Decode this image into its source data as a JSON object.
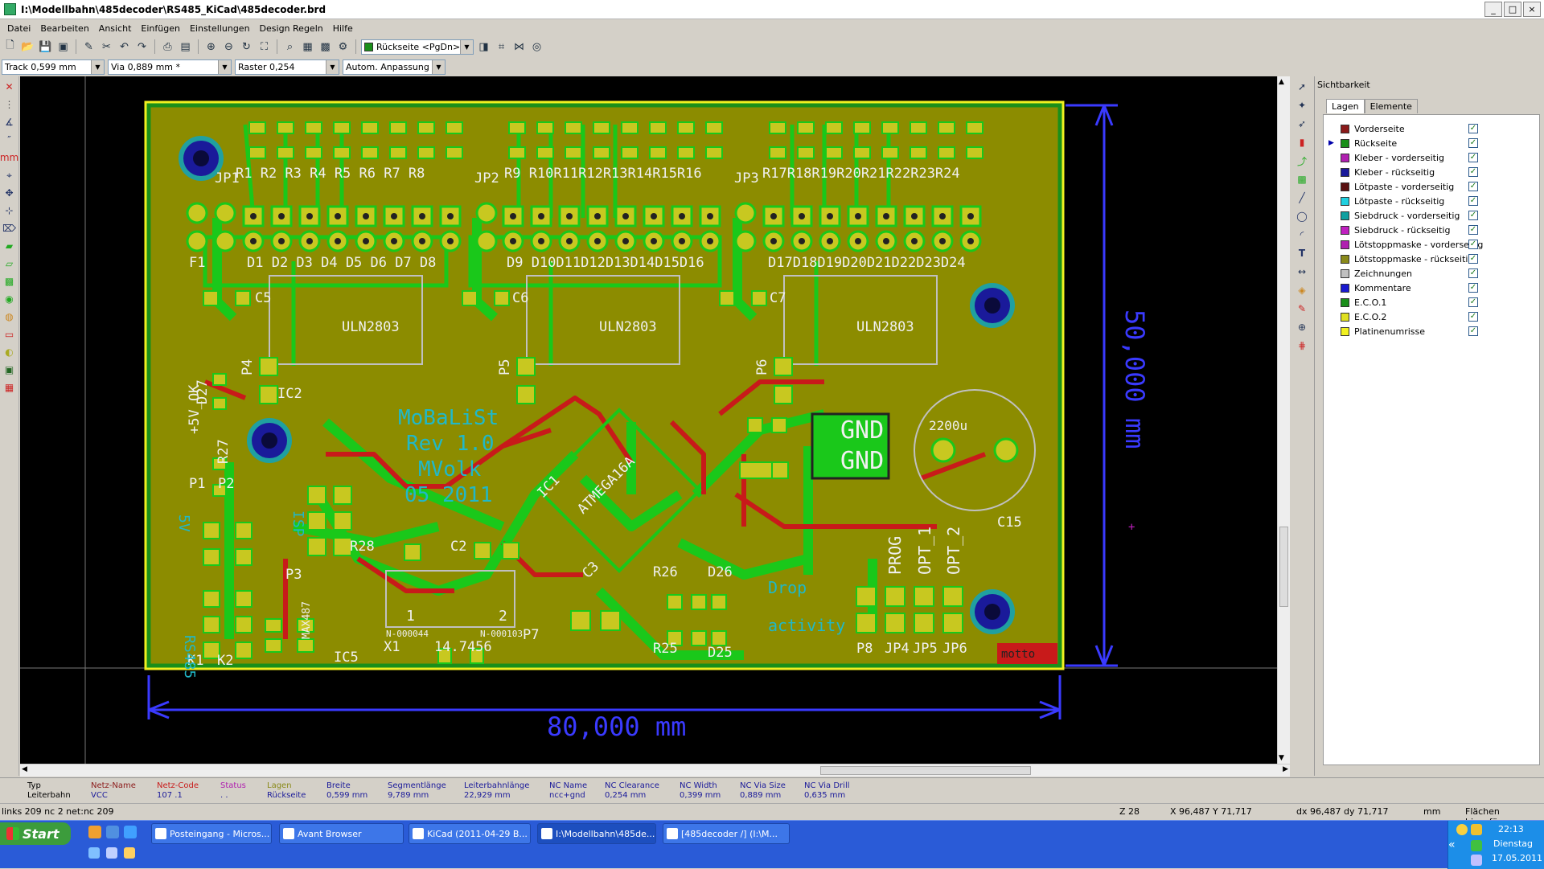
{
  "window": {
    "title": "I:\\Modellbahn\\485decoder\\RS485_KiCad\\485decoder.brd",
    "controls": [
      "_",
      "□",
      "×"
    ]
  },
  "menu": [
    "Datei",
    "Bearbeiten",
    "Ansicht",
    "Einfügen",
    "Einstellungen",
    "Design Regeln",
    "Hilfe"
  ],
  "toolbar": {
    "layer_select": "Rückseite <PgDn>",
    "track": "Track 0,599 mm",
    "via": "Via 0,889 mm *",
    "grid": "Raster 0,254",
    "zoom": "Autom. Anpassung"
  },
  "pcb": {
    "dim_horizontal": "80,000  mm",
    "dim_vertical": "50,000  mm",
    "silk_labels": {
      "jp1": "JP1",
      "jp2": "JP2",
      "jp3": "JP3",
      "r_row1": "R1  R2  R3  R4  R5  R6  R7  R8",
      "r_row2": "R9 R10R11R12R13R14R15R16",
      "r_row3": "R17R18R19R20R21R22R23R24",
      "d_row1": "D1  D2  D3  D4  D5  D6  D7  D8",
      "d_row2": "D9 D10D11D12D13D14D15D16",
      "d_row3": "D17D18D19D20D21D22D23D24",
      "f1": "F1",
      "c5": "C5",
      "c6": "C6",
      "c7": "C7",
      "uln1": "ULN2803",
      "uln2": "ULN2803",
      "uln3": "ULN2803",
      "p4": "P4",
      "p5": "P5",
      "p6": "P6",
      "ic2": "IC2",
      "ic1": "IC1",
      "ic5": "IC5",
      "mobalist1": "MoBaLiSt",
      "mobalist2": "Rev 1.0",
      "mobalist3": "MVolk",
      "mobalist4": "05 2011",
      "atmega": "ATMEGA16A",
      "gnd1": "GND",
      "gnd2": "GND",
      "cap_val": "2200u",
      "c15": "C15",
      "v5ok": "+5V_OK",
      "d27": "D27",
      "r27": "R27",
      "p1": "P1",
      "p2": "P2",
      "p3": "P3",
      "isp": "ISP",
      "r28": "R28",
      "c2": "C2",
      "c3": "C3",
      "rs485": "RS485",
      "k1": "K1",
      "k2": "K2",
      "x1": "X1",
      "freq": "14.7456",
      "p7": "P7",
      "max": "MAX487",
      "r26": "R26",
      "d26": "D26",
      "r25": "R25",
      "d25": "D25",
      "prog": "PROG",
      "opt1": "OPT_1",
      "opt2": "OPT_2",
      "p8": "P8",
      "jp4": "JP4",
      "jp5": "JP5",
      "jp6": "JP6",
      "drop": "Drop",
      "activity": "activity",
      "five_v": "5V",
      "n1": "N-000044",
      "n2": "N-000103",
      "pin1": "1",
      "pin2": "2",
      "motto": "motto"
    }
  },
  "panel": {
    "title": "Sichtbarkeit",
    "tabs": [
      "Lagen",
      "Elemente"
    ],
    "layers": [
      {
        "name": "Vorderseite",
        "color": "#8b1a1a",
        "checked": true
      },
      {
        "name": "Rückseite",
        "color": "#1a8f1a",
        "checked": true
      },
      {
        "name": "Kleber - vorderseitig",
        "color": "#b020b0",
        "checked": true
      },
      {
        "name": "Kleber - rückseitig",
        "color": "#1a1a9a",
        "checked": true
      },
      {
        "name": "Lötpaste - vorderseitig",
        "color": "#5a1010",
        "checked": true
      },
      {
        "name": "Lötpaste - rückseitig",
        "color": "#20d0e0",
        "checked": true
      },
      {
        "name": "Siebdruck - vorderseitig",
        "color": "#10a0a0",
        "checked": true
      },
      {
        "name": "Siebdruck - rückseitig",
        "color": "#c020c0",
        "checked": true
      },
      {
        "name": "Lötstoppmaske - vorderseitig",
        "color": "#b020b0",
        "checked": true
      },
      {
        "name": "Lötstoppmaske - rückseitig",
        "color": "#8a8a1a",
        "checked": true
      },
      {
        "name": "Zeichnungen",
        "color": "#c0c0c0",
        "checked": true
      },
      {
        "name": "Kommentare",
        "color": "#1a1ad0",
        "checked": true
      },
      {
        "name": "E.C.O.1",
        "color": "#1a8f1a",
        "checked": true
      },
      {
        "name": "E.C.O.2",
        "color": "#e0e020",
        "checked": true
      },
      {
        "name": "Platinenumrisse",
        "color": "#f0f020",
        "checked": true
      }
    ]
  },
  "messages": {
    "columns": [
      {
        "label": "Typ",
        "value": "Leiterbahn"
      },
      {
        "label": "Netz-Name",
        "value": "VCC"
      },
      {
        "label": "Netz-Code",
        "value": "107 .1"
      },
      {
        "label": "Status",
        "value": ". ."
      },
      {
        "label": "Lagen",
        "value": "Rückseite"
      },
      {
        "label": "Breite",
        "value": "0,599 mm"
      },
      {
        "label": "Segmentlänge",
        "value": "9,789 mm"
      },
      {
        "label": "Leiterbahnlänge",
        "value": "22,929 mm"
      },
      {
        "label": "NC Name",
        "value": "ncc+gnd"
      },
      {
        "label": "NC Clearance",
        "value": "0,254 mm"
      },
      {
        "label": "NC Width",
        "value": "0,399 mm"
      },
      {
        "label": "NC Via Size",
        "value": "0,889 mm"
      },
      {
        "label": "NC Via Drill",
        "value": "0,635 mm"
      }
    ]
  },
  "status": {
    "left": "links 209 nc 2  net:nc 209",
    "zoom": "Z 28",
    "coords": "X 96,487  Y 71,717",
    "delta": "dx 96,487  dy 71,717",
    "unit": "mm",
    "mode": "Flächen hinzufügen"
  },
  "taskbar": {
    "start": "Start",
    "tasks": [
      "Posteingang - Micros...",
      "Avant Browser",
      "KiCad (2011-04-29 B...",
      "I:\\Modellbahn\\485de...",
      "[485decoder /] (I:\\M..."
    ],
    "time": "22:13",
    "day": "Dienstag",
    "date": "17.05.2011"
  }
}
